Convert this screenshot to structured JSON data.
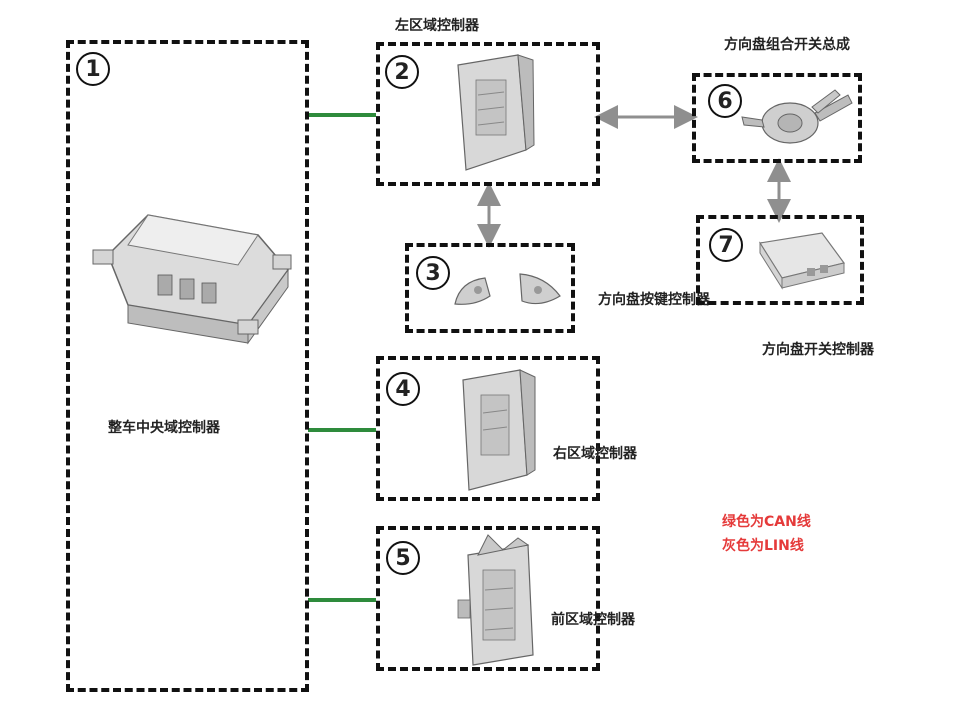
{
  "diagram": {
    "nodes": [
      {
        "id": "1",
        "label": "整车中央域控制器"
      },
      {
        "id": "2",
        "label": "左区域控制器"
      },
      {
        "id": "3",
        "label": "方向盘按键控制器"
      },
      {
        "id": "4",
        "label": "右区域控制器"
      },
      {
        "id": "5",
        "label": "前区域控制器"
      },
      {
        "id": "6",
        "label": "方向盘组合开关总成"
      },
      {
        "id": "7",
        "label": "方向盘开关控制器"
      }
    ],
    "legend": {
      "green": "绿色为CAN线",
      "gray": "灰色为LIN线"
    },
    "colors": {
      "can": "#2e8b3c",
      "lin": "#8f8f8f",
      "legend_text": "#e53a3a"
    }
  }
}
